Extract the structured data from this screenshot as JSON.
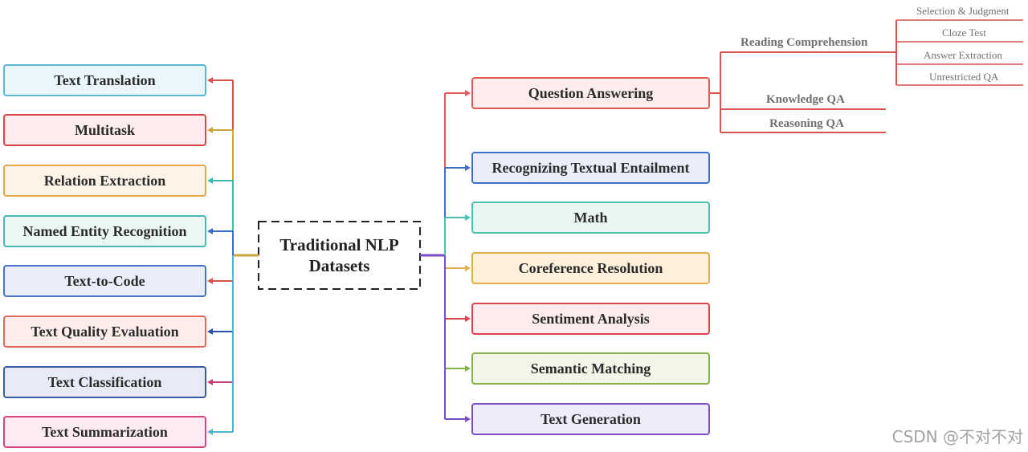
{
  "center": {
    "line1": "Traditional NLP",
    "line2": "Datasets"
  },
  "left_nodes": [
    {
      "label": "Text Translation",
      "border": "#5ab7d1",
      "fill": "#eaf6fb",
      "line": "#d9534f"
    },
    {
      "label": "Multitask",
      "border": "#d9454c",
      "fill": "#fdecec",
      "line": "#c9a63c"
    },
    {
      "label": "Relation Extraction",
      "border": "#e3a94a",
      "fill": "#fdf4e7",
      "line": "#3fb9b0"
    },
    {
      "label": "Named Entity Recognition",
      "border": "#49b8b0",
      "fill": "#eaf7f5",
      "line": "#3b6fc6"
    },
    {
      "label": "Text-to-Code",
      "border": "#4a74c9",
      "fill": "#e9eef9",
      "line": "#d9534f"
    },
    {
      "label": "Text Quality Evaluation",
      "border": "#e0685a",
      "fill": "#fdeeec",
      "line": "#2e4fa8"
    },
    {
      "label": "Text Classification",
      "border": "#3a5ca8",
      "fill": "#e8ebf6",
      "line": "#c23f7b"
    },
    {
      "label": "Text Summarization",
      "border": "#d6447e",
      "fill": "#fcebf2",
      "line": "#4fb4cf"
    }
  ],
  "right_nodes": [
    {
      "label": "Question Answering",
      "border": "#e05a5a",
      "fill": "#fdecec",
      "line": "#e05a5a"
    },
    {
      "label": "Recognizing Textual Entailment",
      "border": "#3f6fc6",
      "fill": "#e9eef9",
      "line": "#3f6fc6"
    },
    {
      "label": "Math",
      "border": "#4cbfae",
      "fill": "#eaf6f2",
      "line": "#4cbfae"
    },
    {
      "label": "Coreference Resolution",
      "border": "#e2ae4a",
      "fill": "#fdf1dc",
      "line": "#e2ae4a"
    },
    {
      "label": "Sentiment Analysis",
      "border": "#d9454c",
      "fill": "#fdecec",
      "line": "#d9454c"
    },
    {
      "label": "Semantic Matching",
      "border": "#86b24a",
      "fill": "#f1f6e9",
      "line": "#86b24a"
    },
    {
      "label": "Text Generation",
      "border": "#7a4fc4",
      "fill": "#f0ebfa",
      "line": "#7a4fc4"
    }
  ],
  "qa_branches": {
    "reading": "Reading Comprehension",
    "knowledge": "Knowledge QA",
    "reasoning": "Reasoning QA",
    "leaves": [
      "Selection & Judgment",
      "Cloze Test",
      "Answer Extraction",
      "Unrestricted QA"
    ],
    "line_color": "#d9534f"
  },
  "colors": {
    "trunk_left": "#c9a63c",
    "trunk_right": "#7a4fc4"
  },
  "watermark": "CSDN @不对不对"
}
